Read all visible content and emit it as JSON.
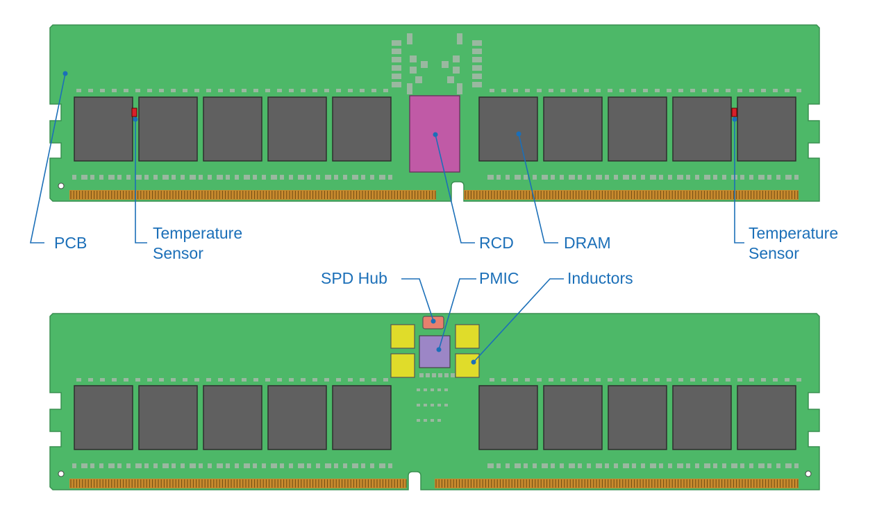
{
  "colors": {
    "pcb": "#4db868",
    "pcb_edge": "#3a8f50",
    "dram": "#606060",
    "rcd": "#c05aa6",
    "pmic": "#9c86c6",
    "spd_hub": "#e8806e",
    "inductor": "#e0dc2a",
    "temp_sensor": "#d8202a",
    "label": "#1b6fb8",
    "pads": "#9ab8a0",
    "contacts": "#c88a2e"
  },
  "labels": {
    "pcb": "PCB",
    "temp_sensor_left_1": "Temperature",
    "temp_sensor_left_2": "Sensor",
    "rcd": "RCD",
    "dram": "DRAM",
    "temp_sensor_right_1": "Temperature",
    "temp_sensor_right_2": "Sensor",
    "spd_hub": "SPD Hub",
    "pmic": "PMIC",
    "inductors": "Inductors"
  }
}
